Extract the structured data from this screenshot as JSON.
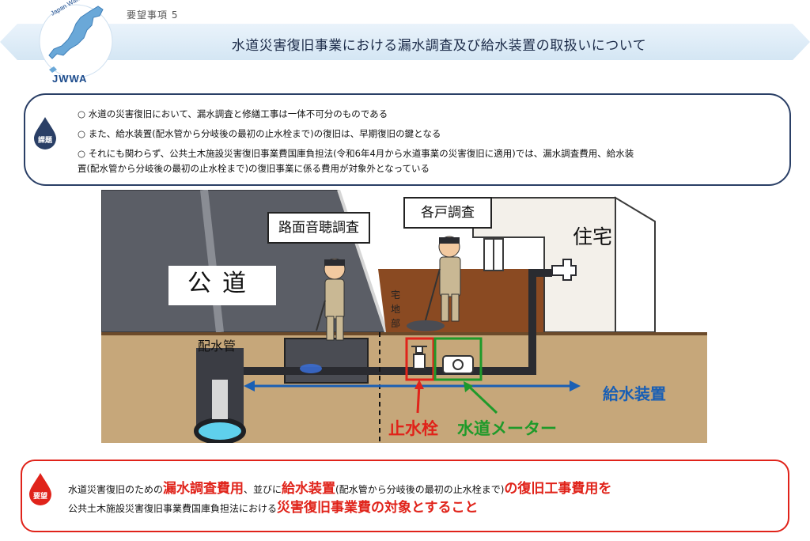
{
  "header": {
    "subtitle": "要望事項 5",
    "title": "水道災害復旧事業における漏水調査及び給水装置の取扱いについて",
    "logo_text": "JWWA",
    "logo_ring_text": "Japan Water Works Association"
  },
  "issue": {
    "badge": "課題",
    "lines": [
      "○ 水道の災害復旧において、漏水調査と修繕工事は一体不可分のものである",
      "○ また、給水装置(配水管から分岐後の最初の止水栓まで)の復旧は、早期復旧の鍵となる",
      "○ それにも関わらず、公共土木施設災害復旧事業費国庫負担法(令和6年4月から水道事業の災害復旧に適用)では、漏水調査費用、給水装",
      "置(配水管から分岐後の最初の止水栓まで)の復旧事業に係る費用が対象外となっている"
    ]
  },
  "scene": {
    "road_survey": "路面音聴調査",
    "door_survey": "各戸調査",
    "public_road": "公道",
    "house": "住宅",
    "yard": "宅地部",
    "main_pipe": "配水管",
    "supply_device": "給水装置",
    "stopcock": "止水栓",
    "water_meter": "水道メーター"
  },
  "request": {
    "badge": "要望",
    "line1_a": "水道災害復旧のための",
    "line1_b": "漏水調査費用",
    "line1_c": "、並びに",
    "line1_d": "給水装置",
    "line1_e": "(配水管から分岐後の最初の止水栓まで)",
    "line1_f": "の復旧工事費用を",
    "line2_a": "公共土木施設災害復旧事業費国庫負担法における",
    "line2_b": "災害復旧事業費の対象とすること"
  },
  "colors": {
    "navy": "#2a3f66",
    "red": "#e0231a",
    "green": "#1f9a2a",
    "blue": "#1a5fb4"
  }
}
